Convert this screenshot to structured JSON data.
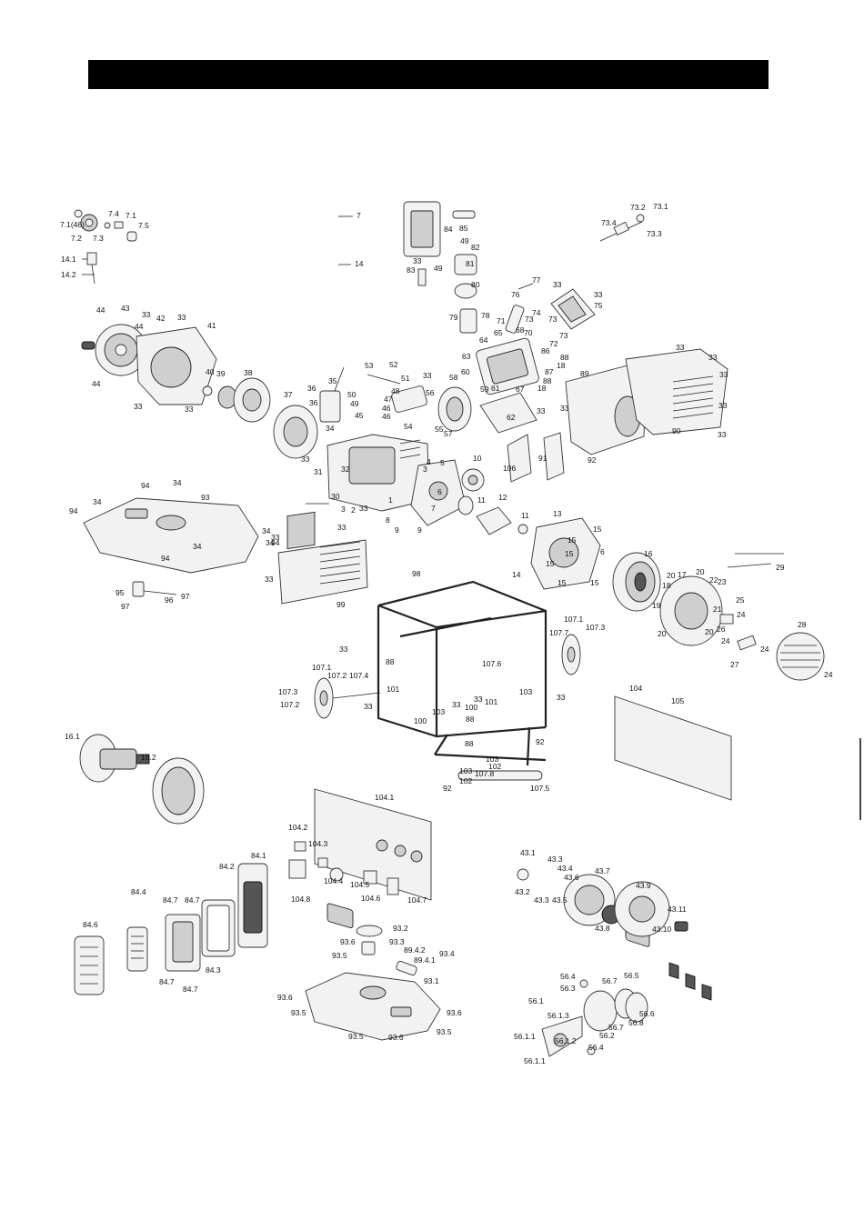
{
  "callouts": [
    [
      "7.1(46)",
      66,
      250
    ],
    [
      "7.2",
      78,
      265
    ],
    [
      "7.3",
      102,
      265
    ],
    [
      "7.4",
      119,
      238
    ],
    [
      "7.1",
      138,
      240
    ],
    [
      "7.5",
      152,
      251
    ],
    [
      "7",
      392,
      240
    ],
    [
      "14",
      390,
      293
    ],
    [
      "14.1",
      67,
      288
    ],
    [
      "14.2",
      67,
      305
    ],
    [
      "84",
      488,
      255
    ],
    [
      "85",
      505,
      254
    ],
    [
      "33",
      454,
      290
    ],
    [
      "49",
      506,
      268
    ],
    [
      "82",
      518,
      275
    ],
    [
      "83",
      447,
      300
    ],
    [
      "49",
      477,
      298
    ],
    [
      "81",
      512,
      293
    ],
    [
      "80",
      518,
      316
    ],
    [
      "79",
      494,
      352
    ],
    [
      "78",
      529,
      350
    ],
    [
      "77",
      585,
      311
    ],
    [
      "76",
      562,
      327
    ],
    [
      "33",
      608,
      316
    ],
    [
      "33",
      653,
      327
    ],
    [
      "75",
      653,
      339
    ],
    [
      "74",
      585,
      347
    ],
    [
      "73.2",
      693,
      231
    ],
    [
      "73.1",
      718,
      230
    ],
    [
      "73.4",
      661,
      248
    ],
    [
      "73.3",
      711,
      260
    ],
    [
      "44",
      106,
      344
    ],
    [
      "43",
      133,
      342
    ],
    [
      "33",
      156,
      349
    ],
    [
      "44",
      148,
      362
    ],
    [
      "42",
      172,
      353
    ],
    [
      "33",
      195,
      352
    ],
    [
      "41",
      228,
      361
    ],
    [
      "44",
      101,
      425
    ],
    [
      "40",
      226,
      412
    ],
    [
      "39",
      238,
      414
    ],
    [
      "38",
      268,
      413
    ],
    [
      "33",
      147,
      450
    ],
    [
      "33",
      203,
      453
    ],
    [
      "37",
      312,
      437
    ],
    [
      "71",
      546,
      356
    ],
    [
      "65",
      543,
      369
    ],
    [
      "64",
      527,
      377
    ],
    [
      "68",
      567,
      366
    ],
    [
      "70",
      576,
      369
    ],
    [
      "73",
      577,
      354
    ],
    [
      "73",
      603,
      354
    ],
    [
      "73",
      615,
      372
    ],
    [
      "72",
      604,
      381
    ],
    [
      "86",
      595,
      389
    ],
    [
      "88",
      616,
      396
    ],
    [
      "63",
      508,
      395
    ],
    [
      "18",
      612,
      405
    ],
    [
      "53",
      401,
      405
    ],
    [
      "52",
      428,
      404
    ],
    [
      "51",
      441,
      419
    ],
    [
      "50",
      382,
      437
    ],
    [
      "48",
      430,
      433
    ],
    [
      "47",
      422,
      442
    ],
    [
      "49",
      385,
      447
    ],
    [
      "46",
      420,
      452
    ],
    [
      "46",
      420,
      461
    ],
    [
      "45",
      390,
      460
    ],
    [
      "35",
      361,
      422
    ],
    [
      "36",
      338,
      430
    ],
    [
      "36",
      340,
      446
    ],
    [
      "33",
      465,
      416
    ],
    [
      "58",
      494,
      418
    ],
    [
      "60",
      507,
      412
    ],
    [
      "59",
      528,
      431
    ],
    [
      "61",
      540,
      430
    ],
    [
      "56",
      468,
      435
    ],
    [
      "54",
      444,
      472
    ],
    [
      "55",
      478,
      475
    ],
    [
      "57",
      488,
      480
    ],
    [
      "33",
      743,
      385
    ],
    [
      "33",
      779,
      396
    ],
    [
      "33",
      791,
      415
    ],
    [
      "89",
      638,
      414
    ],
    [
      "33",
      790,
      449
    ],
    [
      "33",
      789,
      481
    ],
    [
      "90",
      739,
      477
    ],
    [
      "87",
      599,
      412
    ],
    [
      "67",
      567,
      431
    ],
    [
      "18",
      591,
      430
    ],
    [
      "88",
      597,
      422
    ],
    [
      "62",
      557,
      462
    ],
    [
      "33",
      590,
      455
    ],
    [
      "33",
      616,
      452
    ],
    [
      "106",
      553,
      518
    ],
    [
      "91",
      592,
      507
    ],
    [
      "92",
      646,
      509
    ],
    [
      "34",
      358,
      474
    ],
    [
      "33",
      331,
      508
    ],
    [
      "31",
      345,
      522
    ],
    [
      "32",
      375,
      519
    ],
    [
      "4",
      469,
      511
    ],
    [
      "5",
      484,
      512
    ],
    [
      "3",
      465,
      519
    ],
    [
      "1",
      427,
      553
    ],
    [
      "2",
      386,
      564
    ],
    [
      "30",
      364,
      549
    ],
    [
      "3",
      375,
      563
    ],
    [
      "33",
      395,
      562
    ],
    [
      "10",
      520,
      507
    ],
    [
      "6",
      481,
      544
    ],
    [
      "7",
      474,
      562
    ],
    [
      "8",
      424,
      575
    ],
    [
      "9",
      434,
      586
    ],
    [
      "9",
      459,
      586
    ],
    [
      "11",
      525,
      553
    ],
    [
      "12",
      548,
      550
    ],
    [
      "13",
      608,
      568
    ],
    [
      "11",
      573,
      570
    ],
    [
      "15",
      652,
      585
    ],
    [
      "15",
      624,
      597
    ],
    [
      "15",
      621,
      612
    ],
    [
      "15",
      600,
      623
    ],
    [
      "14",
      563,
      635
    ],
    [
      "15",
      613,
      644
    ],
    [
      "15",
      649,
      644
    ],
    [
      "6",
      660,
      610
    ],
    [
      "94",
      155,
      537
    ],
    [
      "34",
      190,
      534
    ],
    [
      "93",
      221,
      550
    ],
    [
      "34",
      102,
      555
    ],
    [
      "94",
      76,
      565
    ],
    [
      "33",
      371,
      583
    ],
    [
      "33",
      298,
      594
    ],
    [
      "34",
      288,
      587
    ],
    [
      "34",
      292,
      600
    ],
    [
      "94",
      298,
      600
    ],
    [
      "94",
      177,
      617
    ],
    [
      "34",
      212,
      604
    ],
    [
      "33",
      291,
      640
    ],
    [
      "99",
      370,
      668
    ],
    [
      "95",
      127,
      655
    ],
    [
      "97",
      199,
      659
    ],
    [
      "96",
      181,
      663
    ],
    [
      "97",
      133,
      670
    ],
    [
      "98",
      453,
      634
    ],
    [
      "107.1",
      620,
      684
    ],
    [
      "107.7",
      604,
      699
    ],
    [
      "107.3",
      644,
      693
    ],
    [
      "29",
      853,
      627
    ],
    [
      "16",
      708,
      612
    ],
    [
      "20",
      733,
      636
    ],
    [
      "17",
      745,
      635
    ],
    [
      "20",
      765,
      632
    ],
    [
      "18",
      728,
      647
    ],
    [
      "22",
      780,
      641
    ],
    [
      "23",
      789,
      643
    ],
    [
      "25",
      809,
      663
    ],
    [
      "19",
      717,
      669
    ],
    [
      "20",
      723,
      700
    ],
    [
      "21",
      784,
      673
    ],
    [
      "26",
      788,
      695
    ],
    [
      "24",
      810,
      679
    ],
    [
      "20",
      775,
      698
    ],
    [
      "24",
      793,
      708
    ],
    [
      "28",
      877,
      690
    ],
    [
      "27",
      803,
      734
    ],
    [
      "24",
      836,
      717
    ],
    [
      "24",
      906,
      745
    ],
    [
      "33",
      373,
      717
    ],
    [
      "88",
      424,
      731
    ],
    [
      "107.6",
      530,
      733
    ],
    [
      "107.1",
      343,
      737
    ],
    [
      "107.2",
      360,
      746
    ],
    [
      "107.4",
      384,
      746
    ],
    [
      "107.3",
      306,
      764
    ],
    [
      "107.2",
      308,
      778
    ],
    [
      "101",
      425,
      761
    ],
    [
      "33",
      521,
      772
    ],
    [
      "33",
      497,
      778
    ],
    [
      "101",
      533,
      775
    ],
    [
      "103",
      571,
      764
    ],
    [
      "100",
      511,
      781
    ],
    [
      "33",
      612,
      770
    ],
    [
      "33",
      400,
      780
    ],
    [
      "100",
      455,
      796
    ],
    [
      "103",
      475,
      786
    ],
    [
      "88",
      512,
      794
    ],
    [
      "104",
      692,
      760
    ],
    [
      "105",
      738,
      774
    ],
    [
      "16.1",
      71,
      813
    ],
    [
      "16.2",
      155,
      836
    ],
    [
      "88",
      511,
      821
    ],
    [
      "92",
      589,
      819
    ],
    [
      "103",
      534,
      838
    ],
    [
      "102",
      537,
      846
    ],
    [
      "103",
      505,
      851
    ],
    [
      "102",
      505,
      862
    ],
    [
      "92",
      487,
      870
    ],
    [
      "107.8",
      522,
      854
    ],
    [
      "107.5",
      583,
      870
    ],
    [
      "104.1",
      412,
      880
    ],
    [
      "104.2",
      317,
      913
    ],
    [
      "104.3",
      339,
      931
    ],
    [
      "104.4",
      356,
      972
    ],
    [
      "104.5",
      385,
      976
    ],
    [
      "104.6",
      397,
      991
    ],
    [
      "104.7",
      448,
      993
    ],
    [
      "104.8",
      320,
      992
    ],
    [
      "43.1",
      572,
      941
    ],
    [
      "43.3",
      602,
      948
    ],
    [
      "43.4",
      613,
      958
    ],
    [
      "43.6",
      620,
      968
    ],
    [
      "43.7",
      654,
      961
    ],
    [
      "43.9",
      699,
      977
    ],
    [
      "43.2",
      566,
      984
    ],
    [
      "43.3",
      587,
      993
    ],
    [
      "43.5",
      607,
      993
    ],
    [
      "43.8",
      654,
      1024
    ],
    [
      "43.11",
      734,
      1003
    ],
    [
      "43.10",
      717,
      1025
    ],
    [
      "84.1",
      276,
      944
    ],
    [
      "84.2",
      241,
      956
    ],
    [
      "84.4",
      144,
      984
    ],
    [
      "84.7",
      179,
      993
    ],
    [
      "84.7",
      203,
      993
    ],
    [
      "84.6",
      91,
      1020
    ],
    [
      "84.3",
      226,
      1070
    ],
    [
      "84.7",
      175,
      1083
    ],
    [
      "84.7",
      201,
      1091
    ],
    [
      "93.2",
      432,
      1024
    ],
    [
      "93.3",
      428,
      1039
    ],
    [
      "93.6",
      374,
      1039
    ],
    [
      "89.4.2",
      444,
      1048
    ],
    [
      "93.4",
      483,
      1052
    ],
    [
      "93.5",
      365,
      1054
    ],
    [
      "89.4.1",
      455,
      1059
    ],
    [
      "93.1",
      466,
      1082
    ],
    [
      "93.6",
      305,
      1100
    ],
    [
      "93.6",
      491,
      1117
    ],
    [
      "93.5",
      320,
      1117
    ],
    [
      "93.5",
      480,
      1138
    ],
    [
      "93.5",
      383,
      1143
    ],
    [
      "93.6",
      427,
      1144
    ],
    [
      "56.4",
      616,
      1077
    ],
    [
      "56.5",
      686,
      1076
    ],
    [
      "56.3",
      616,
      1090
    ],
    [
      "56.7",
      662,
      1082
    ],
    [
      "56.1",
      581,
      1104
    ],
    [
      "56.6",
      703,
      1118
    ],
    [
      "56.8",
      691,
      1128
    ],
    [
      "56.7",
      669,
      1133
    ],
    [
      "56.2",
      659,
      1142
    ],
    [
      "56.4",
      647,
      1155
    ],
    [
      "56.1.3",
      602,
      1120
    ],
    [
      "56.1.1",
      565,
      1143
    ],
    [
      "56.1.2",
      610,
      1148
    ],
    [
      "56.1.1",
      576,
      1170
    ]
  ]
}
